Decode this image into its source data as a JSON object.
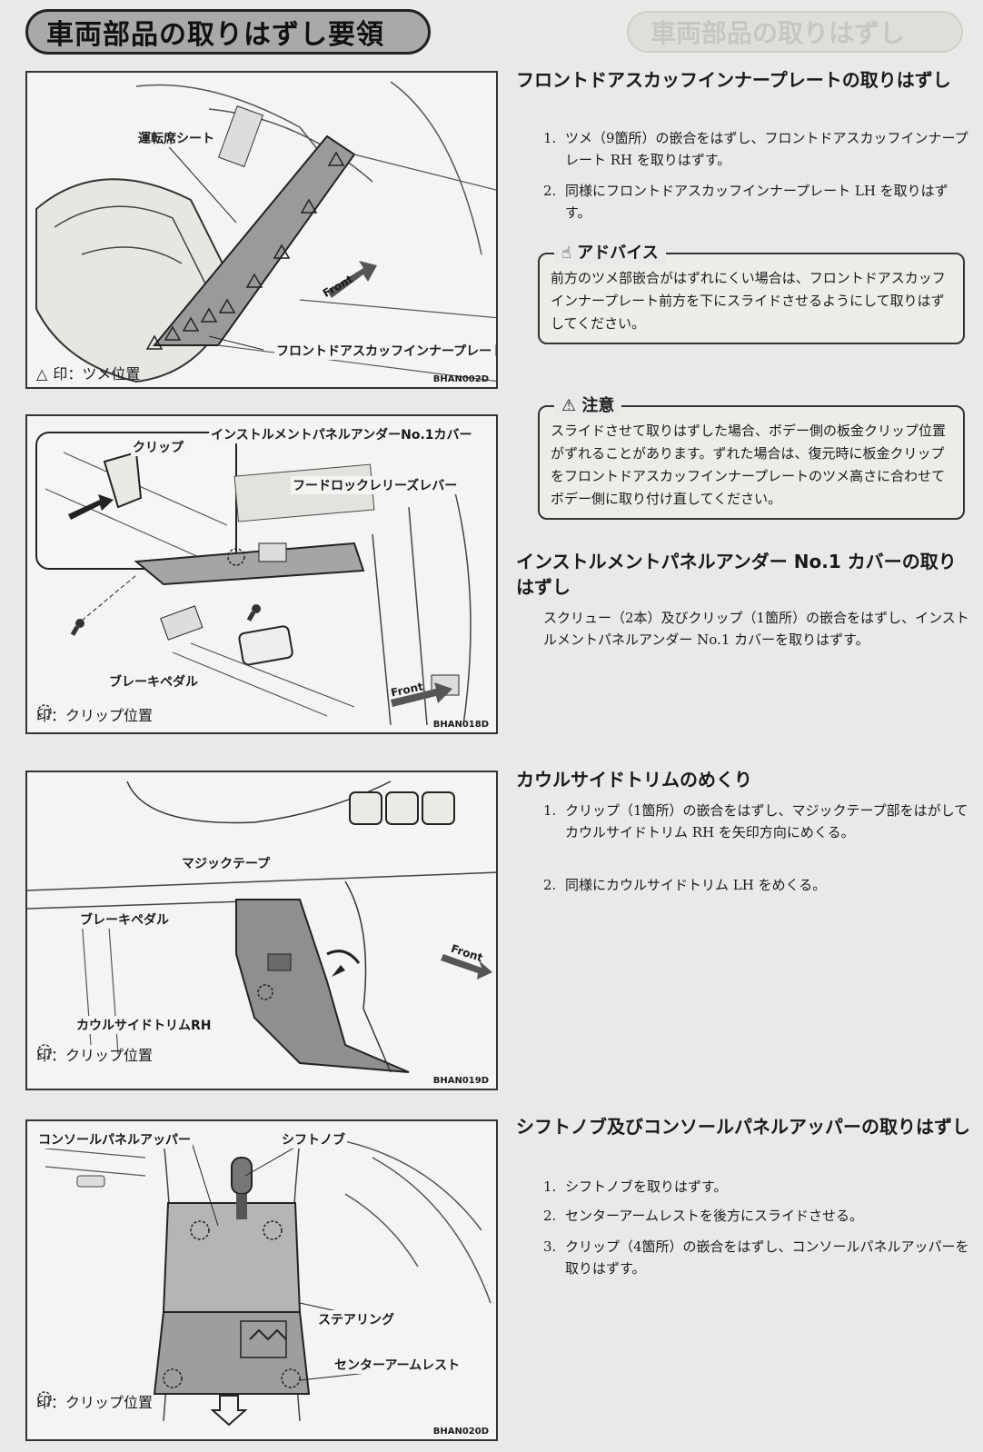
{
  "page": {
    "title": "車両部品の取りはずし要領",
    "ghost_title": "車両部品の取りはずし"
  },
  "figures": {
    "fig1": {
      "labels": {
        "seat": "運転席シート",
        "plate": "フロントドアスカッフインナープレートRH",
        "front": "Front"
      },
      "legend_mark": "△",
      "legend": "印：ツメ位置",
      "code": "BHAN002D"
    },
    "fig2": {
      "labels": {
        "clip": "クリップ",
        "cover": "インストルメントパネルアンダーNo.1カバー",
        "hood": "フードロックレリーズレバー",
        "brake": "ブレーキペダル",
        "front": "Front"
      },
      "legend": "印：クリップ位置",
      "code": "BHAN018D"
    },
    "fig3": {
      "labels": {
        "magic": "マジックテープ",
        "brake": "ブレーキペダル",
        "cowl": "カウルサイドトリムRH",
        "front": "Front"
      },
      "legend": "印：クリップ位置",
      "code": "BHAN019D"
    },
    "fig4": {
      "labels": {
        "console": "コンソールパネルアッパー",
        "shift": "シフトノブ",
        "steering": "ステアリング",
        "armrest": "センターアームレスト"
      },
      "legend": "印：クリップ位置",
      "code": "BHAN020D"
    }
  },
  "sections": {
    "s1": {
      "title": "フロントドアスカッフインナープレートの取りはずし",
      "steps": [
        {
          "num": "1.",
          "text": "ツメ（9箇所）の嵌合をはずし、フロントドアスカッフインナープレート RH を取りはずす。"
        },
        {
          "num": "2.",
          "text": "同様にフロントドアスカッフインナープレート LH を取りはずす。"
        }
      ],
      "advice_title": "アドバイス",
      "advice": "前方のツメ部嵌合がはずれにくい場合は、フロントドアスカッフインナープレート前方を下にスライドさせるようにして取りはずしてください。",
      "caution_title": "注意",
      "caution": "スライドさせて取りはずした場合、ボデー側の板金クリップ位置がずれることがあります。ずれた場合は、復元時に板金クリップをフロントドアスカッフインナープレートのツメ高さに合わせてボデー側に取り付け直してください。"
    },
    "s2": {
      "title": "インストルメントパネルアンダー No.1 カバーの取りはずし",
      "text": "スクリュー（2本）及びクリップ（1箇所）の嵌合をはずし、インストルメントパネルアンダー No.1 カバーを取りはずす。"
    },
    "s3": {
      "title": "カウルサイドトリムのめくり",
      "steps": [
        {
          "num": "1.",
          "text": "クリップ（1箇所）の嵌合をはずし、マジックテープ部をはがしてカウルサイドトリム RH を矢印方向にめくる。"
        },
        {
          "num": "2.",
          "text": "同様にカウルサイドトリム LH をめくる。"
        }
      ]
    },
    "s4": {
      "title": "シフトノブ及びコンソールパネルアッパーの取りはずし",
      "steps": [
        {
          "num": "1.",
          "text": "シフトノブを取りはずす。"
        },
        {
          "num": "2.",
          "text": "センターアームレストを後方にスライドさせる。"
        },
        {
          "num": "3.",
          "text": "クリップ（4箇所）の嵌合をはずし、コンソールパネルアッパーを取りはずす。"
        }
      ]
    }
  }
}
